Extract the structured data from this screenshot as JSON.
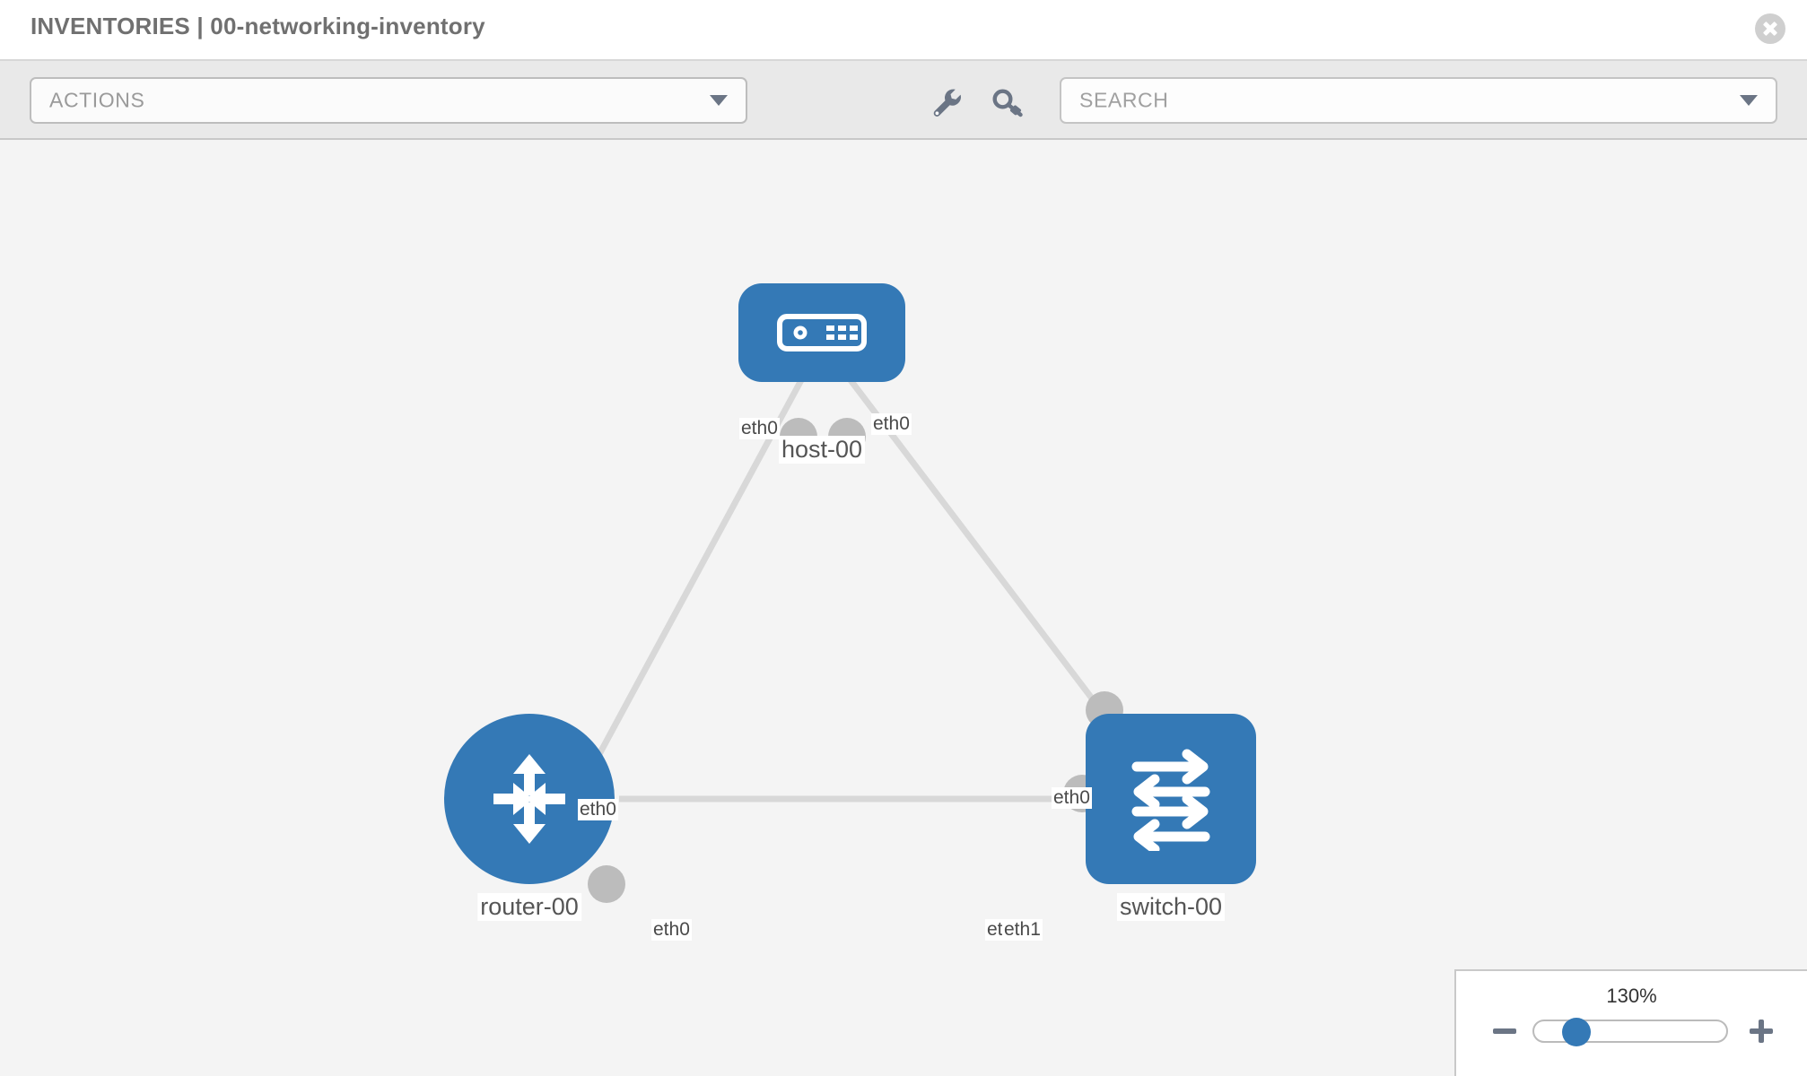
{
  "header": {
    "title": "INVENTORIES | 00-networking-inventory",
    "close_icon": "close-circle-icon"
  },
  "toolbar": {
    "actions_label": "ACTIONS",
    "actions_caret_icon": "chevron-down-icon",
    "wrench_icon": "wrench-icon",
    "key_icon": "key-icon",
    "search_placeholder": "SEARCH",
    "search_caret_icon": "chevron-down-icon"
  },
  "topology": {
    "nodes": [
      {
        "id": "host-00",
        "label": "host-00",
        "type": "host",
        "icon": "server-icon",
        "shape": "rounded-square",
        "color": "#3479b6"
      },
      {
        "id": "router-00",
        "label": "router-00",
        "type": "router",
        "icon": "router-arrows-icon",
        "shape": "circle",
        "color": "#3479b6"
      },
      {
        "id": "switch-00",
        "label": "switch-00",
        "type": "switch",
        "icon": "switch-arrows-icon",
        "shape": "rounded-square",
        "color": "#3479b6"
      }
    ],
    "links": [
      {
        "from": "host-00",
        "from_iface": "eth0",
        "to": "router-00",
        "to_iface": "eth0"
      },
      {
        "from": "host-00",
        "from_iface": "eth0",
        "to": "switch-00",
        "to_iface": "eth0"
      },
      {
        "from": "router-00",
        "from_iface": "eth0",
        "to": "switch-00",
        "to_iface": "eth1"
      }
    ],
    "interface_labels": {
      "host_left": "eth0",
      "host_right": "eth0",
      "router_up": "eth0",
      "router_right": "eth0",
      "switch_up": "eth0",
      "switch_left_hidden": "eth0",
      "switch_left": "eth1"
    }
  },
  "zoom_control": {
    "value": "130%",
    "minus_icon": "minus-icon",
    "plus_icon": "plus-icon"
  }
}
